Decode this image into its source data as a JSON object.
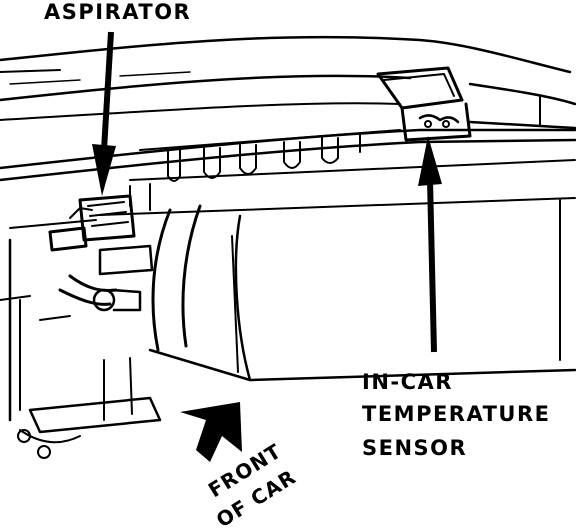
{
  "labels": {
    "aspirator": "ASPIRATOR",
    "sensor_line1": "IN-CAR",
    "sensor_line2": "TEMPERATURE",
    "sensor_line3": "SENSOR",
    "front_line1": "FRONT",
    "front_line2": "OF CAR"
  },
  "colors": {
    "ink": "#000000",
    "paper": "#ffffff"
  }
}
